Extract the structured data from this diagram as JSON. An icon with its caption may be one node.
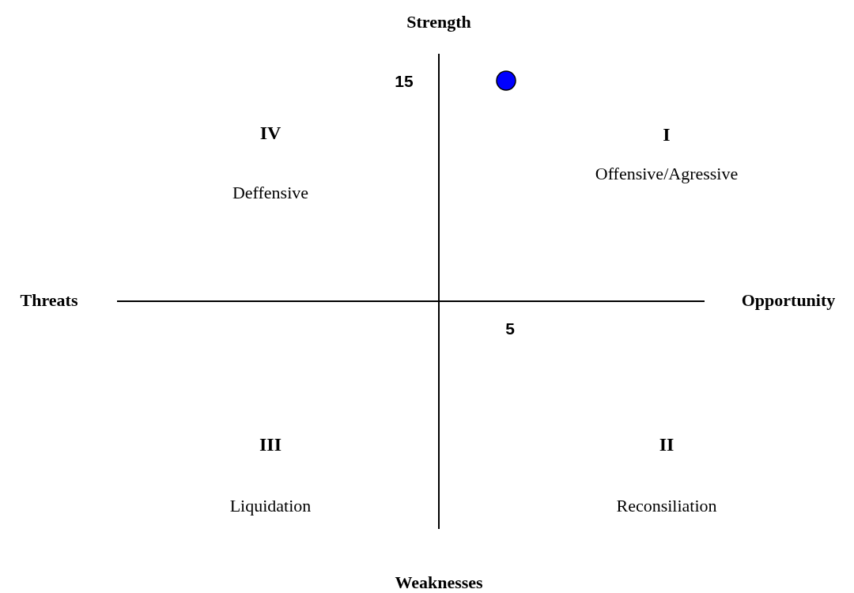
{
  "diagram": {
    "labels": [
      "Strength",
      "15",
      "IV",
      "I",
      "Deffensive",
      "Offensive/Agressive",
      "Threats",
      "Opportunity",
      "5",
      "III",
      "II",
      "Liquidation",
      "Reconsiliation",
      "Weaknesses"
    ]
  }
}
